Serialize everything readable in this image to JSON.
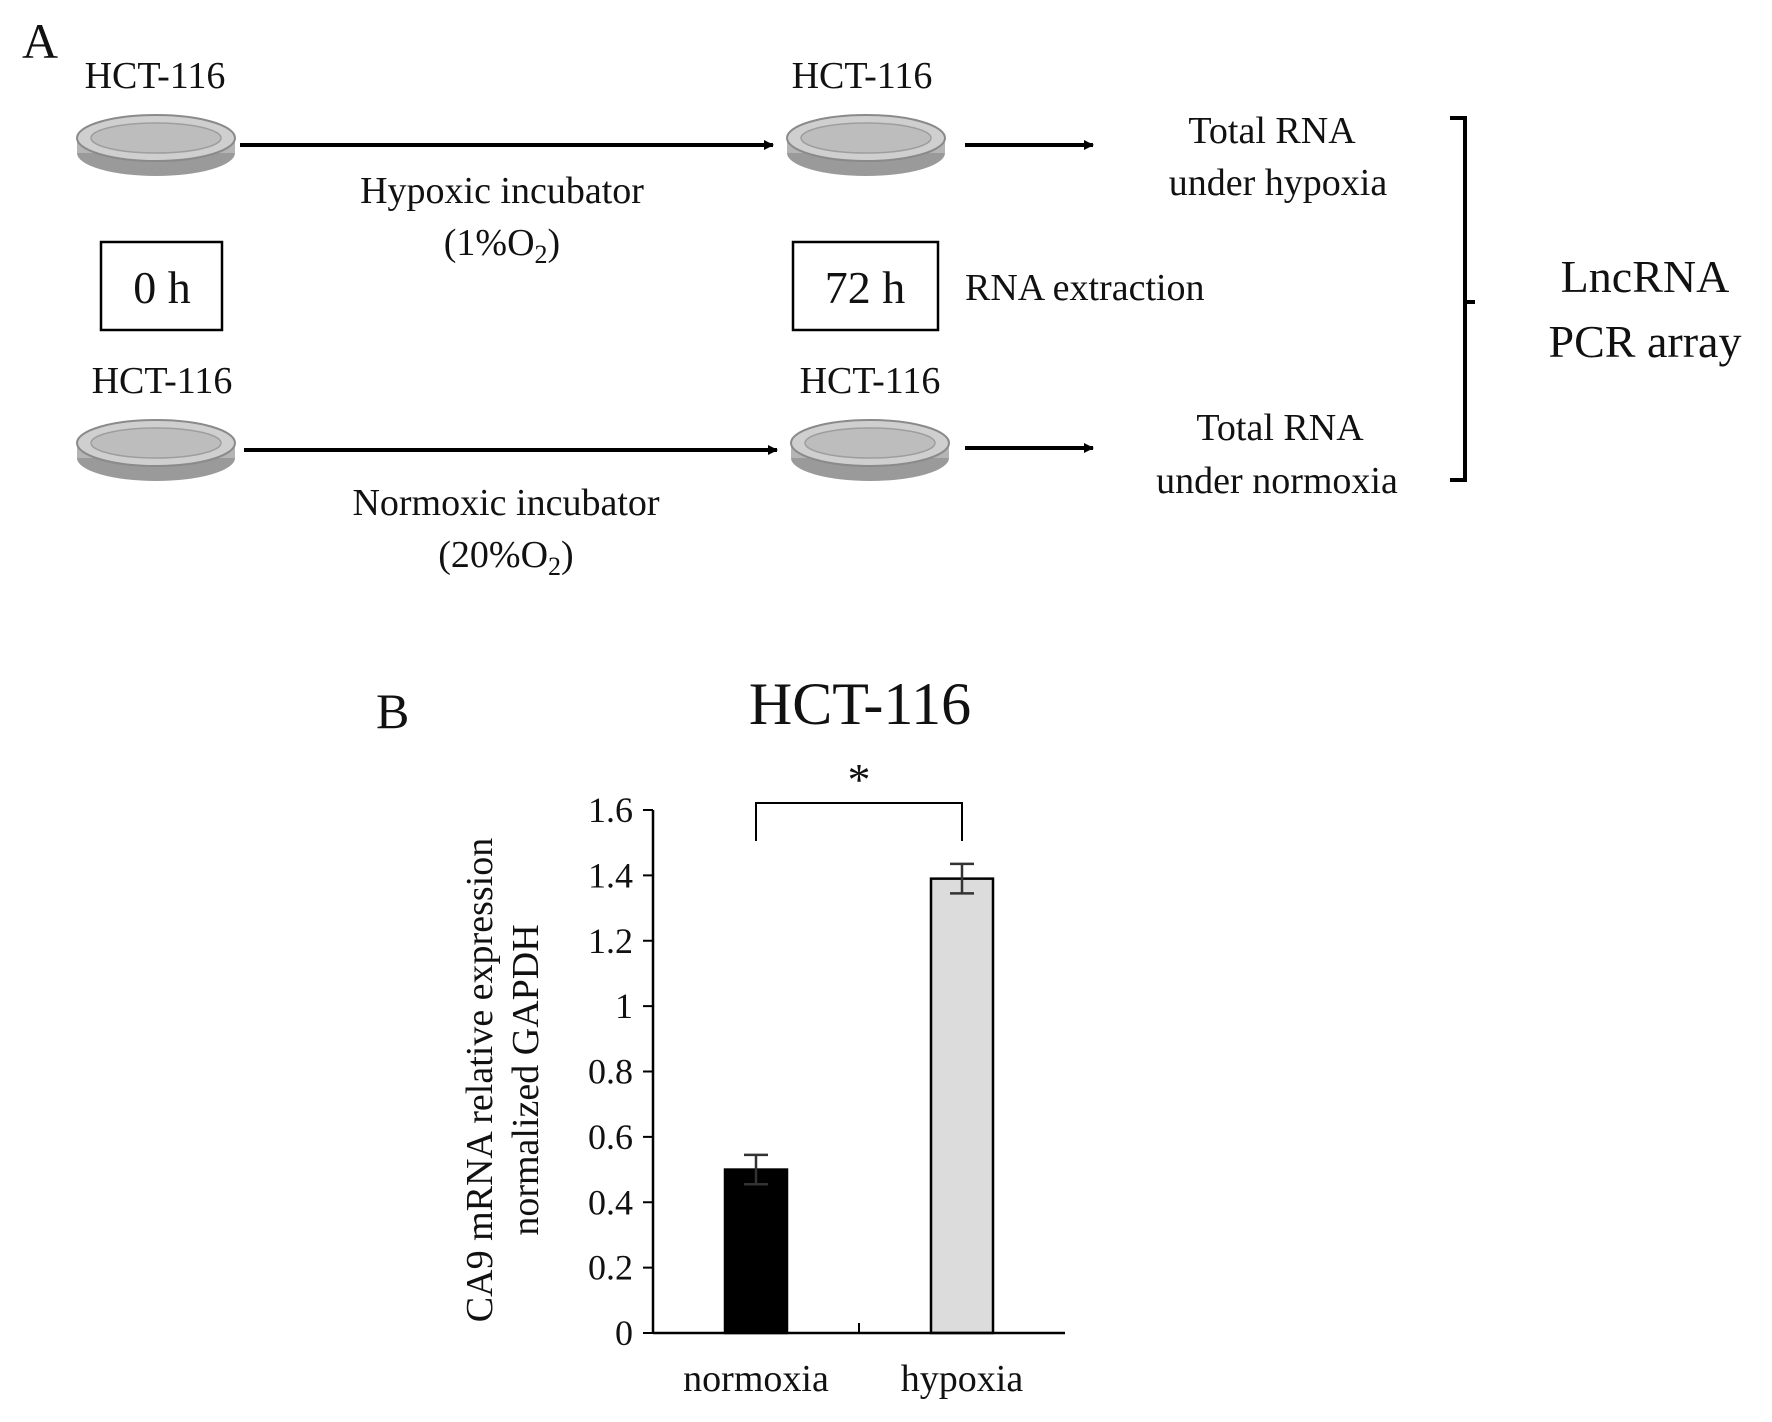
{
  "panel_a": {
    "letter": "A",
    "cell_top_left": "HCT-116",
    "cell_top_right": "HCT-116",
    "cell_bottom_left": "HCT-116",
    "cell_bottom_right": "HCT-116",
    "hypoxic_label": "Hypoxic incubator",
    "hypoxic_o2": "(1%O",
    "normoxic_label": "Normoxic incubator",
    "normoxic_o2": "(20%O",
    "o2_subscript": "2",
    "o2_close": ")",
    "time_start": "0 h",
    "time_end": "72 h",
    "extraction": "RNA extraction",
    "rna_hypoxia_line1": "Total RNA",
    "rna_hypoxia_line2": "under hypoxia",
    "rna_normoxia_line1": "Total RNA",
    "rna_normoxia_line2": "under normoxia",
    "array_line1": "LncRNA",
    "array_line2": "PCR array",
    "colors": {
      "dish": "#c8c8c8",
      "line": "#000000"
    }
  },
  "panel_b": {
    "letter": "B",
    "significance": "*"
  },
  "chart_data": {
    "type": "bar",
    "title": "HCT-116",
    "xlabel": "",
    "ylabel": "CA9 mRNA relative expression",
    "ylabel2": "normalized GAPDH",
    "categories": [
      "normoxia",
      "hypoxia"
    ],
    "values": [
      0.5,
      1.39
    ],
    "errors": [
      0.045,
      0.045
    ],
    "ylim": [
      0,
      1.6
    ],
    "yticks": [
      0,
      0.2,
      0.4,
      0.6,
      0.8,
      1,
      1.2,
      1.4,
      1.6
    ],
    "ytick_labels": [
      "0",
      "0.2",
      "0.4",
      "0.6",
      "0.8",
      "1",
      "1.2",
      "1.4",
      "1.6"
    ],
    "bar_colors": [
      "#000000",
      "#dcdcdc"
    ],
    "grid": false,
    "legend": "none"
  }
}
